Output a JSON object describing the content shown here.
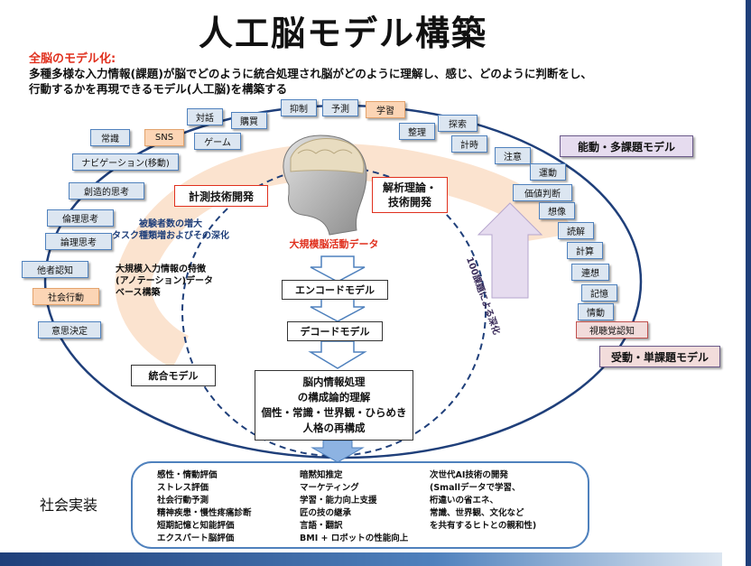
{
  "title": "人工脳モデル構築",
  "subtitle": "全脳のモデル化:",
  "intro_lines": [
    "多種多様な入力情報(課題)が脳でどのように統合処理され脳がどのように理解し、感じ、どのように判断をし、",
    "行動するかを再現できるモデル(人工脳)を構築する"
  ],
  "outer_items": [
    {
      "label": "対話",
      "style": "blue"
    },
    {
      "label": "購買",
      "style": "blue"
    },
    {
      "label": "抑制",
      "style": "blue"
    },
    {
      "label": "予測",
      "style": "blue"
    },
    {
      "label": "学習",
      "style": "orange"
    },
    {
      "label": "常識",
      "style": "blue"
    },
    {
      "label": "SNS",
      "style": "orange"
    },
    {
      "label": "ゲーム",
      "style": "blue"
    },
    {
      "label": "整理",
      "style": "blue"
    },
    {
      "label": "探索",
      "style": "blue"
    },
    {
      "label": "ナビゲーション(移動)",
      "style": "blue"
    },
    {
      "label": "計時",
      "style": "blue"
    },
    {
      "label": "注意",
      "style": "blue"
    },
    {
      "label": "創造的思考",
      "style": "blue"
    },
    {
      "label": "運動",
      "style": "blue"
    },
    {
      "label": "価値判断",
      "style": "blue"
    },
    {
      "label": "倫理思考",
      "style": "blue"
    },
    {
      "label": "想像",
      "style": "blue"
    },
    {
      "label": "論理思考",
      "style": "blue"
    },
    {
      "label": "読解",
      "style": "blue"
    },
    {
      "label": "計算",
      "style": "blue"
    },
    {
      "label": "他者認知",
      "style": "blue"
    },
    {
      "label": "連想",
      "style": "blue"
    },
    {
      "label": "社会行動",
      "style": "orange"
    },
    {
      "label": "記憶",
      "style": "blue"
    },
    {
      "label": "情動",
      "style": "blue"
    },
    {
      "label": "意思決定",
      "style": "blue"
    },
    {
      "label": "視聴覚認知",
      "style": "pink"
    }
  ],
  "model_active": "能動・多課題モデル",
  "model_passive": "受動・単課題モデル",
  "measure_dev": "計測技術開発",
  "analysis_dev": [
    "解析理論・",
    "技術開発"
  ],
  "left_note": [
    "被験者数の増大",
    "タスク種類増およびその深化"
  ],
  "left_note2": [
    "大規模入力情報の特徴",
    "(アノテーション)データ",
    "ベース構築"
  ],
  "right_arrow_text": "100課題による深化",
  "big_data": "大規模脳活動データ",
  "encode": "エンコードモデル",
  "decode": "デコードモデル",
  "integration": "統合モデル",
  "brain_info": [
    "脳内情報処理",
    "の構成論的理解",
    "個性・常識・世界観・ひらめき",
    "人格の再構成"
  ],
  "social": "社会実装",
  "apps_col1": [
    "感性・情動評価",
    "ストレス評価",
    "社会行動予測",
    "精神疾患・慢性疼痛診断",
    "短期記憶と知能評価",
    "エクスパート脳評価"
  ],
  "apps_col2": [
    "暗黙知推定",
    "マーケティング",
    "学習・能力向上支援",
    "匠の技の継承",
    "言語・翻訳",
    "BMI + ロボットの性能向上"
  ],
  "apps_col3": [
    "次世代AI技術の開発",
    "(Smallデータで学習、",
    "桁違いの省エネ、",
    "常識、世界観、文化など",
    "を共有するヒトとの親和性)"
  ],
  "colors": {
    "accent_red": "#e0301e",
    "box_blue": "#dce6f1",
    "box_orange": "#fcd5b5",
    "ellipse": "#1f3f7a",
    "arrow_fill": "#fbe3cf"
  },
  "icons": [
    "human-head-brain-icon"
  ]
}
